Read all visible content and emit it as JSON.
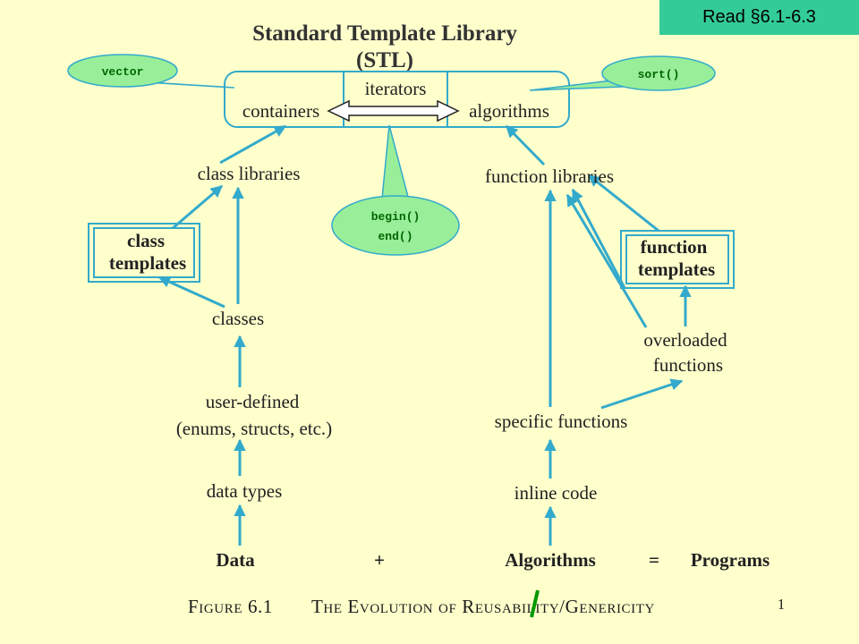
{
  "slide": {
    "reading_badge": "Read §6.1-6.3",
    "page_number": "1"
  },
  "title": {
    "line1": "Standard Template Library",
    "line2": "(STL)"
  },
  "stl_box": {
    "containers": "containers",
    "iterators": "iterators",
    "algorithms": "algorithms"
  },
  "callouts": {
    "vector": "vector",
    "sort": "sort()",
    "begin": "begin()",
    "end": "end()"
  },
  "left_branch": {
    "class_libraries": "class libraries",
    "class_templates_1": "class",
    "class_templates_2": "templates",
    "classes": "classes",
    "user_defined_1": "user-defined",
    "user_defined_2": "(enums, structs, etc.)",
    "data_types": "data types",
    "data": "Data"
  },
  "right_branch": {
    "function_libraries": "function libraries",
    "function_templates_1": "function",
    "function_templates_2": "templates",
    "overloaded_1": "overloaded",
    "overloaded_2": "functions",
    "specific_functions": "specific functions",
    "inline_code": "inline code",
    "algorithms": "Algorithms"
  },
  "equation": {
    "plus": "+",
    "equals": "=",
    "programs": "Programs"
  },
  "caption": {
    "figure": "Figure 6.1",
    "title": "The Evolution of Reusability/Genericity"
  },
  "colors": {
    "background": "#ffffcc",
    "arrow": "#33aacc",
    "callout_fill": "#99ee99",
    "badge": "#33cc99"
  }
}
